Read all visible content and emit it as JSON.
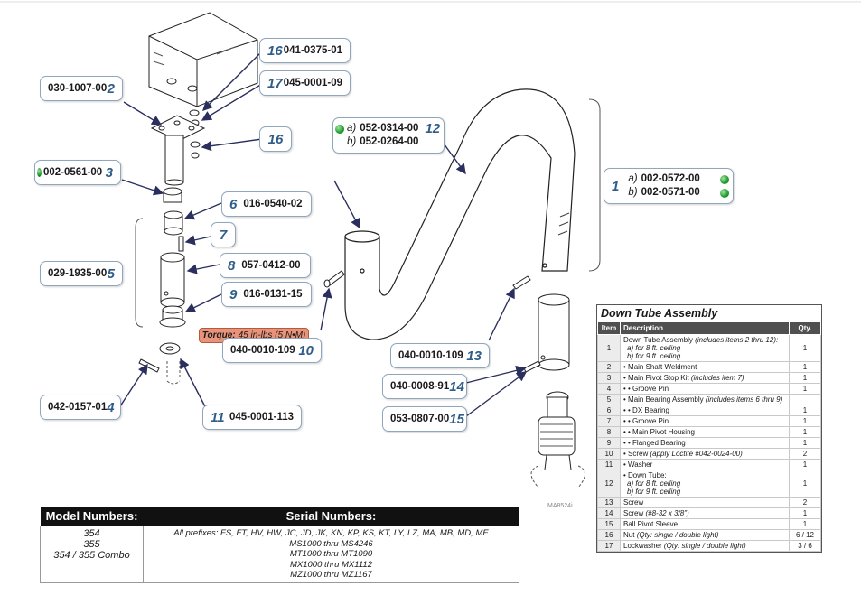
{
  "callouts": {
    "c16_top": {
      "num": "16",
      "pn": "041-0375-01"
    },
    "c17": {
      "num": "17",
      "pn": "045-0001-09"
    },
    "c2": {
      "num": "2",
      "pn": "030-1007-00"
    },
    "c16_mid": {
      "num": "16"
    },
    "c3": {
      "num": "3",
      "pn": "002-0561-00"
    },
    "c6": {
      "num": "6",
      "pn": "016-0540-02"
    },
    "c7": {
      "num": "7"
    },
    "c8": {
      "num": "8",
      "pn": "057-0412-00"
    },
    "c5": {
      "num": "5",
      "pn": "029-1935-00"
    },
    "c9": {
      "num": "9",
      "pn": "016-0131-15"
    },
    "c10": {
      "num": "10",
      "pn": "040-0010-109"
    },
    "c4": {
      "num": "4",
      "pn": "042-0157-01"
    },
    "c11": {
      "num": "11",
      "pn": "045-0001-113"
    },
    "c12": {
      "num": "12",
      "a_label": "a)",
      "a_pn": "052-0314-00",
      "b_label": "b)",
      "b_pn": "052-0264-00"
    },
    "c1": {
      "num": "1",
      "a_label": "a)",
      "a_pn": "002-0572-00",
      "b_label": "b)",
      "b_pn": "002-0571-00"
    },
    "c13": {
      "num": "13",
      "pn": "040-0010-109"
    },
    "c14": {
      "num": "14",
      "pn": "040-0008-91"
    },
    "c15": {
      "num": "15",
      "pn": "053-0807-00"
    }
  },
  "torque": {
    "label": "Torque:",
    "value": "45 in-lbs (5 N•M)"
  },
  "drawing_id": "MA8524i",
  "parts_table": {
    "title": "Down Tube Assembly",
    "headers": {
      "item": "Item",
      "description": "Description",
      "qty": "Qty."
    },
    "rows": [
      {
        "item": "1",
        "desc": "Down Tube Assembly",
        "note": "(includes items 2 thru 12):",
        "sub": [
          "a)  for 8 ft. ceiling",
          "b)  for 9 ft. ceiling"
        ],
        "qty": "1"
      },
      {
        "item": "2",
        "desc": "• Main Shaft Weldment",
        "qty": "1"
      },
      {
        "item": "3",
        "desc": "• Main Pivot Stop Kit",
        "note": "(includes item 7)",
        "qty": "1"
      },
      {
        "item": "4",
        "desc": "• • Groove Pin",
        "qty": "1"
      },
      {
        "item": "5",
        "desc": "• Main Bearing Assembly",
        "note": "(includes items 6 thru 9)",
        "qty": ""
      },
      {
        "item": "6",
        "desc": "• • DX Bearing",
        "qty": "1"
      },
      {
        "item": "7",
        "desc": "• • Groove Pin",
        "qty": "1"
      },
      {
        "item": "8",
        "desc": "• • Main Pivot Housing",
        "qty": "1"
      },
      {
        "item": "9",
        "desc": "• • Flanged Bearing",
        "qty": "1"
      },
      {
        "item": "10",
        "desc": "• Screw",
        "note": "(apply Loctite #042-0024-00)",
        "qty": "2"
      },
      {
        "item": "11",
        "desc": "• Washer",
        "qty": "1"
      },
      {
        "item": "12",
        "desc": "• Down Tube:",
        "sub": [
          "a)  for 8 ft. ceiling",
          "b)  for 9 ft. ceiling"
        ],
        "qty": "1"
      },
      {
        "item": "13",
        "desc": "Screw",
        "qty": "2"
      },
      {
        "item": "14",
        "desc": "Screw",
        "note": "(#8-32 x 3/8\")",
        "qty": "1"
      },
      {
        "item": "15",
        "desc": "Ball Pivot Sleeve",
        "qty": "1"
      },
      {
        "item": "16",
        "desc": "Nut",
        "note": "(Qty: single / double light)",
        "qty": "6 / 12"
      },
      {
        "item": "17",
        "desc": "Lockwasher",
        "note": "(Qty: single / double light)",
        "qty": "3 / 6"
      }
    ]
  },
  "model_table": {
    "model_header": "Model Numbers:",
    "serial_header": "Serial Numbers:",
    "models": [
      "354",
      "355",
      "354 / 355 Combo"
    ],
    "serials": [
      "All prefixes: FS, FT, HV, HW, JC, JD, JK, KN, KP, KS, KT, LY, LZ, MA, MB, MD, ME",
      "MS1000 thru MS4246",
      "MT1000 thru MT1090",
      "MX1000 thru MX1112",
      "MZ1000 thru MZ1167"
    ]
  },
  "colors": {
    "callout_number": "#2f5d8a",
    "leader": "#2b2f5e",
    "torque_bg": "#e9937a",
    "table_header": "#505050",
    "dot": "#1f9a2e"
  }
}
